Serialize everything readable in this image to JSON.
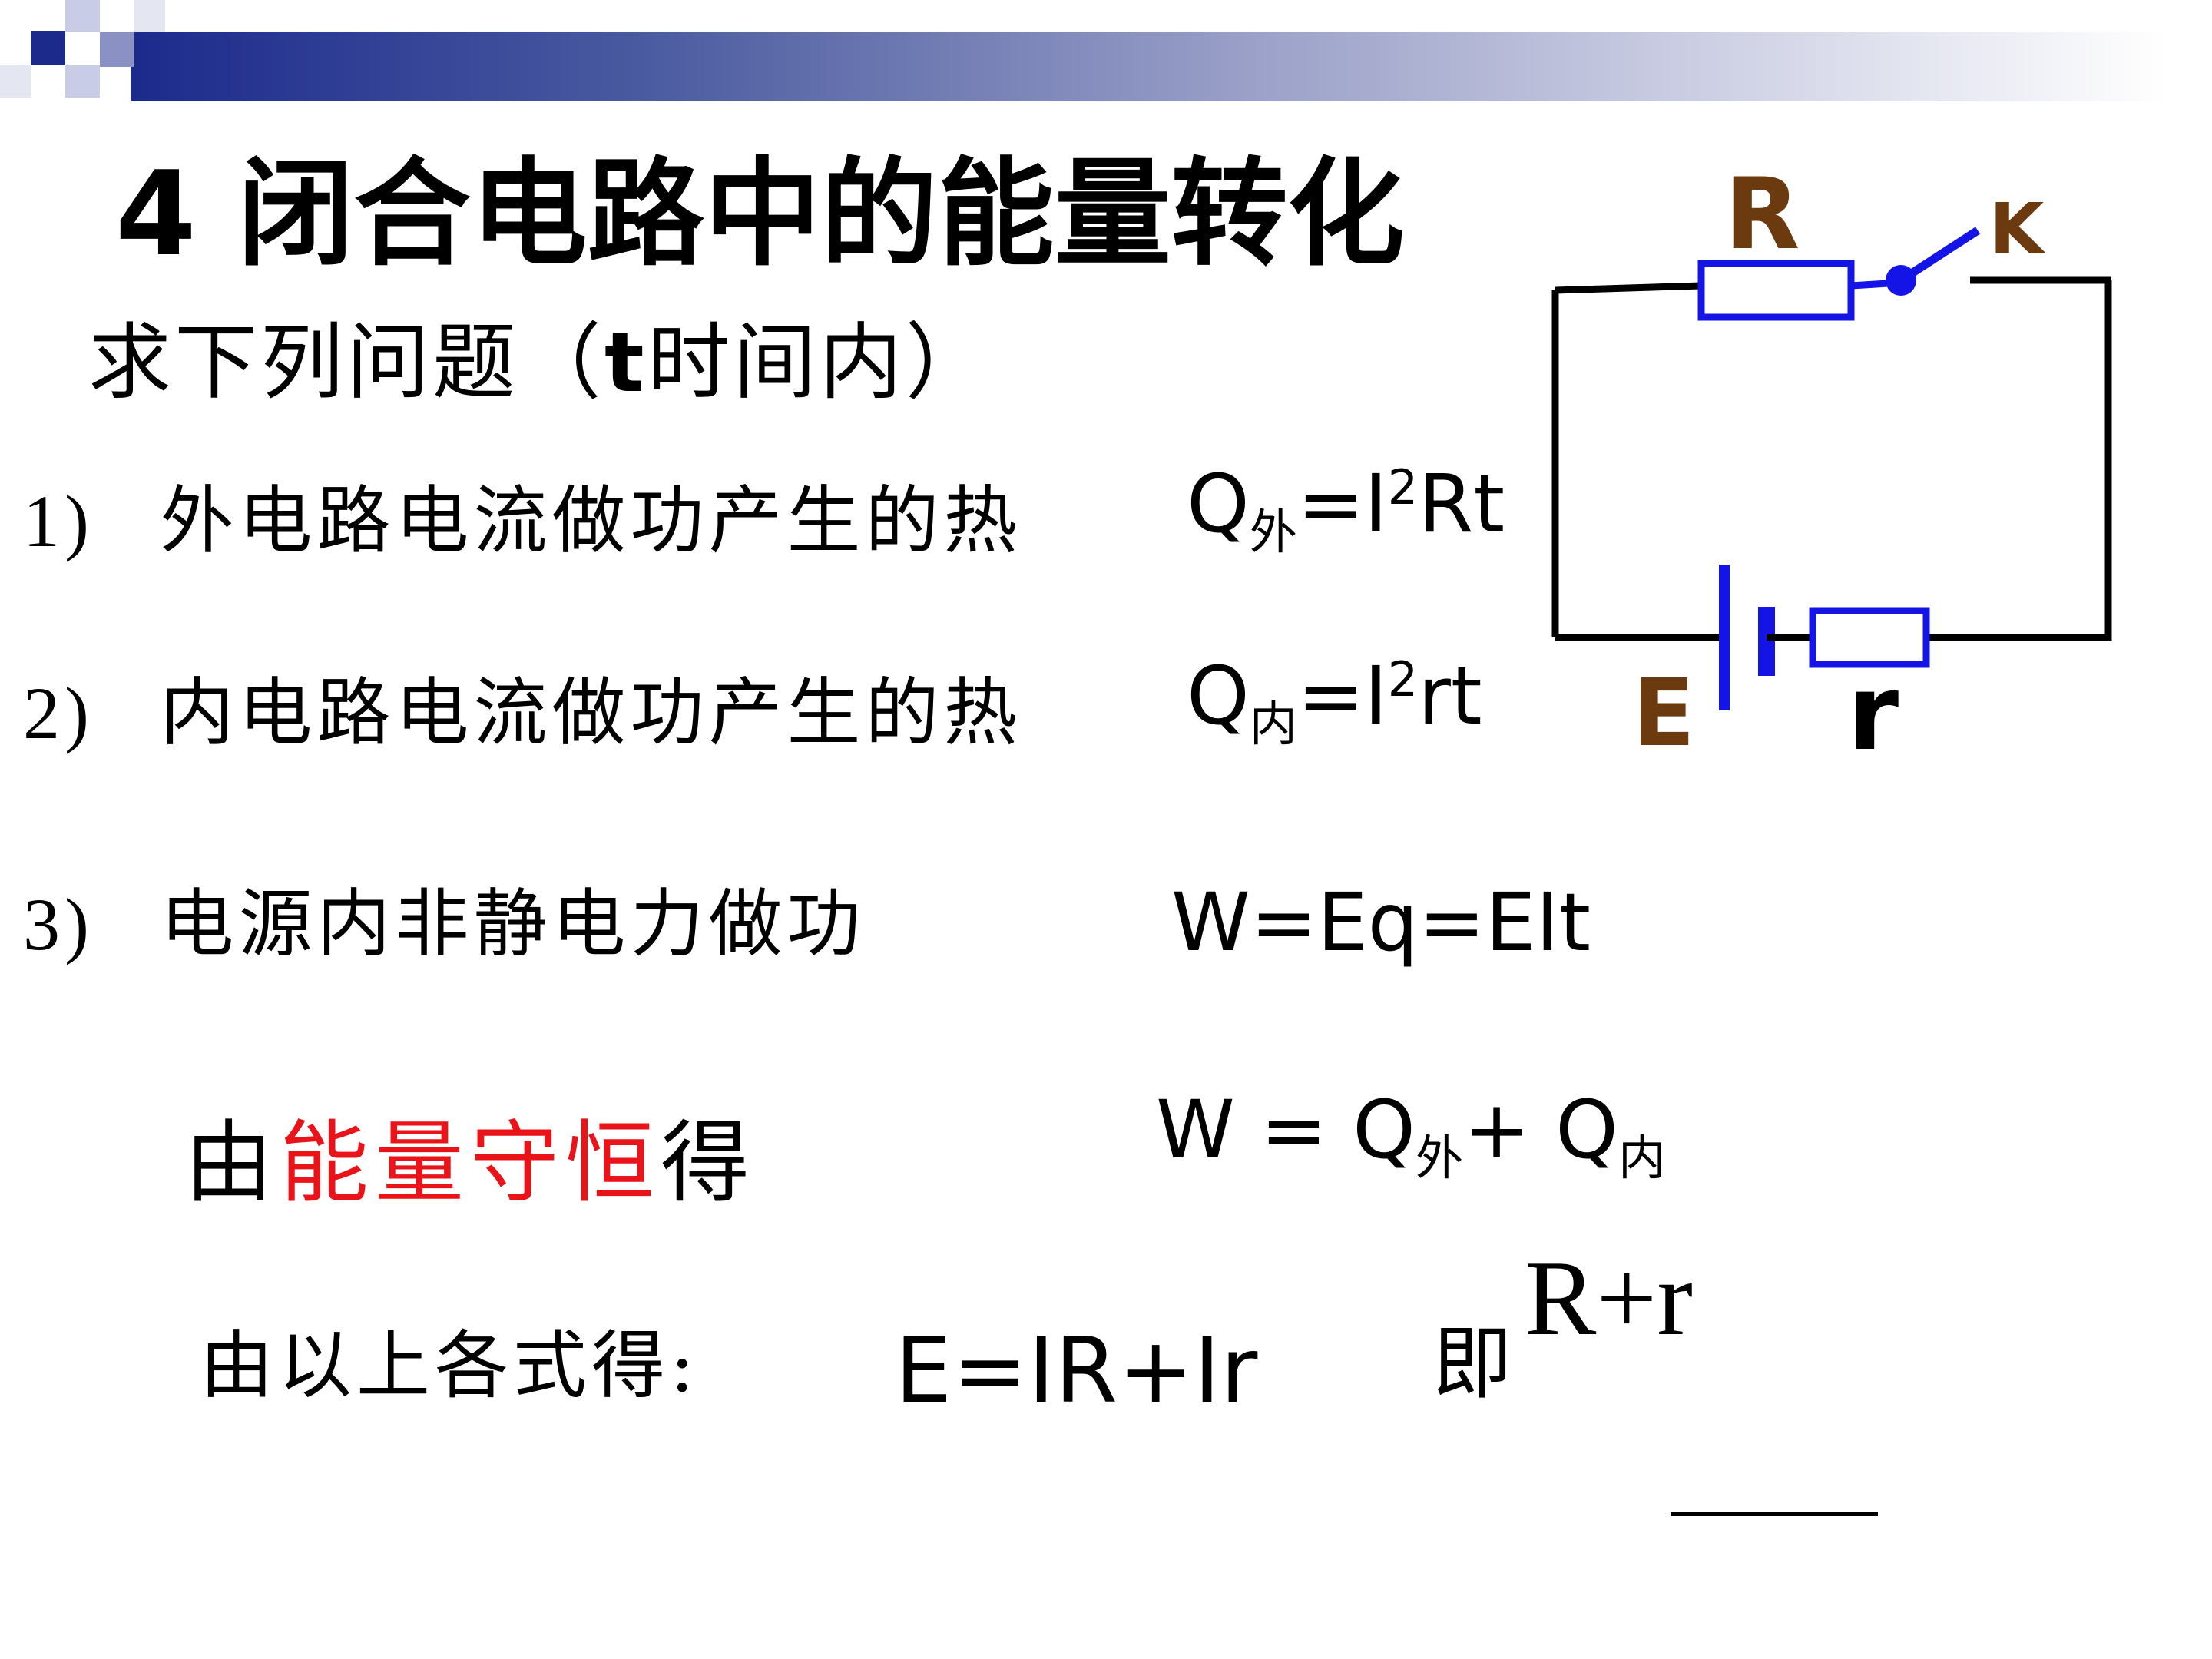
{
  "title": "4  闭合电路中的能量转化",
  "subtitle": {
    "prefix": "求下列问题（",
    "t": "t",
    "suffix": "时间内）"
  },
  "items": [
    {
      "num": "1)",
      "text": "外电路电流做功产生的热",
      "eq_main": "Q",
      "eq_sub": "外",
      "eq_mid": "=I",
      "eq_sup": "2",
      "eq_end": "Rt"
    },
    {
      "num": "2)",
      "text": "内电路电流做功产生的热",
      "eq_main": "Q",
      "eq_sub": "内",
      "eq_mid": "=I",
      "eq_sup": "2",
      "eq_end": "rt"
    },
    {
      "num": "3)",
      "text": "电源内非静电力做功",
      "eq": "W=Eq=EIt"
    }
  ],
  "conservation": {
    "prefix": "由",
    "highlight": "能量守恒",
    "suffix": "得",
    "eq_w": "W = Q",
    "eq_sub1": "外",
    "eq_plus": "+ Q",
    "eq_sub2": "内"
  },
  "conclusion": {
    "label": "由以上各式得:",
    "eq": "E=IR+Ir",
    "ji": "即",
    "fraction_denominator": "R+r"
  },
  "circuit": {
    "label_R": "R",
    "label_K": "K",
    "label_E": "E",
    "label_r": "r",
    "wire_color": "#000000",
    "component_color": "#1414e6",
    "label_color": "#6b3a0f"
  },
  "colors": {
    "header_dark": "#1c2a8c",
    "highlight_red": "#e8141a"
  }
}
